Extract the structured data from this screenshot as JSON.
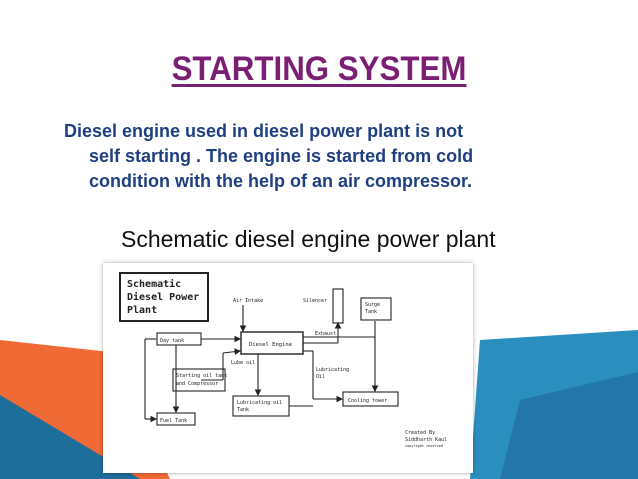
{
  "slide": {
    "title": "STARTING SYSTEM",
    "body_lines": [
      "Diesel engine used in diesel power plant is not",
      "self starting . The engine is started from cold",
      "condition with the help of an air compressor."
    ],
    "subtitle": "Schematic diesel engine power plant"
  },
  "diagram": {
    "heading_lines": [
      "Schematic",
      "Diesel Power",
      "Plant"
    ],
    "labels": {
      "air_intake": "Air Intake",
      "silencer": "Silencer",
      "surge_tank_1": "Surge",
      "surge_tank_2": "Tank",
      "day_tank": "Day tank",
      "diesel_engine": "Diesel Engine",
      "exhaust": "Exhaust",
      "lube_oil": "Lube oil",
      "starting_oil_1": "Starting oil tank",
      "starting_oil_2": "and Compressor",
      "lubricating_oil_1": "Lubricating",
      "lubricating_oil_2": "Oil",
      "lub_oil_tank_1": "Lubricating oil",
      "lub_oil_tank_2": "Tank",
      "cooling_tower": "Cooling tower",
      "fuel_tank": "Fuel Tank",
      "credit_1": "Created By",
      "credit_2": "Siddharth Kaul",
      "credit_3": "copyright reserved"
    }
  },
  "colors": {
    "title": "#7a1f73",
    "body_text": "#1f3f80",
    "decor_orange": "#e8502a",
    "decor_blue": "#2a8fbf"
  }
}
